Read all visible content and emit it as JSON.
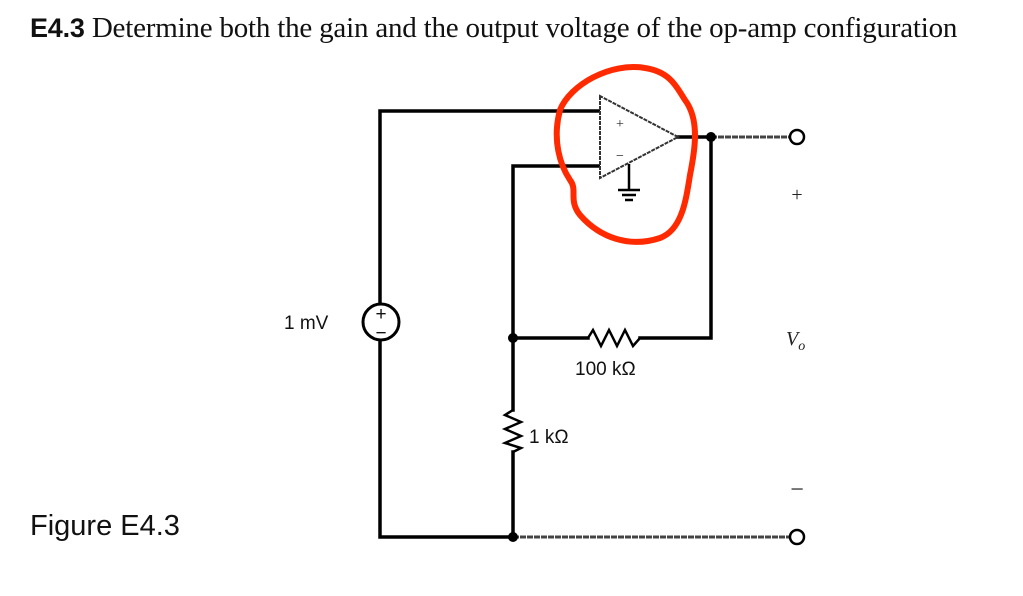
{
  "problem": {
    "number": "E4.3",
    "text": "Determine both the gain and the output voltage of the op-amp configuration"
  },
  "figure": {
    "caption": "Figure E4.3"
  },
  "circuit": {
    "source": {
      "label": "1 mV",
      "plus": "+",
      "minus": "−"
    },
    "feedback_resistor": {
      "label": "100 kΩ"
    },
    "ground_resistor": {
      "label": "1 kΩ"
    },
    "opamp": {
      "plus_input": "+",
      "minus_input": "−"
    },
    "output": {
      "label_main": "V",
      "label_sub": "o",
      "plus": "+",
      "minus": "−"
    },
    "annotation_color": "#ff2a00"
  }
}
